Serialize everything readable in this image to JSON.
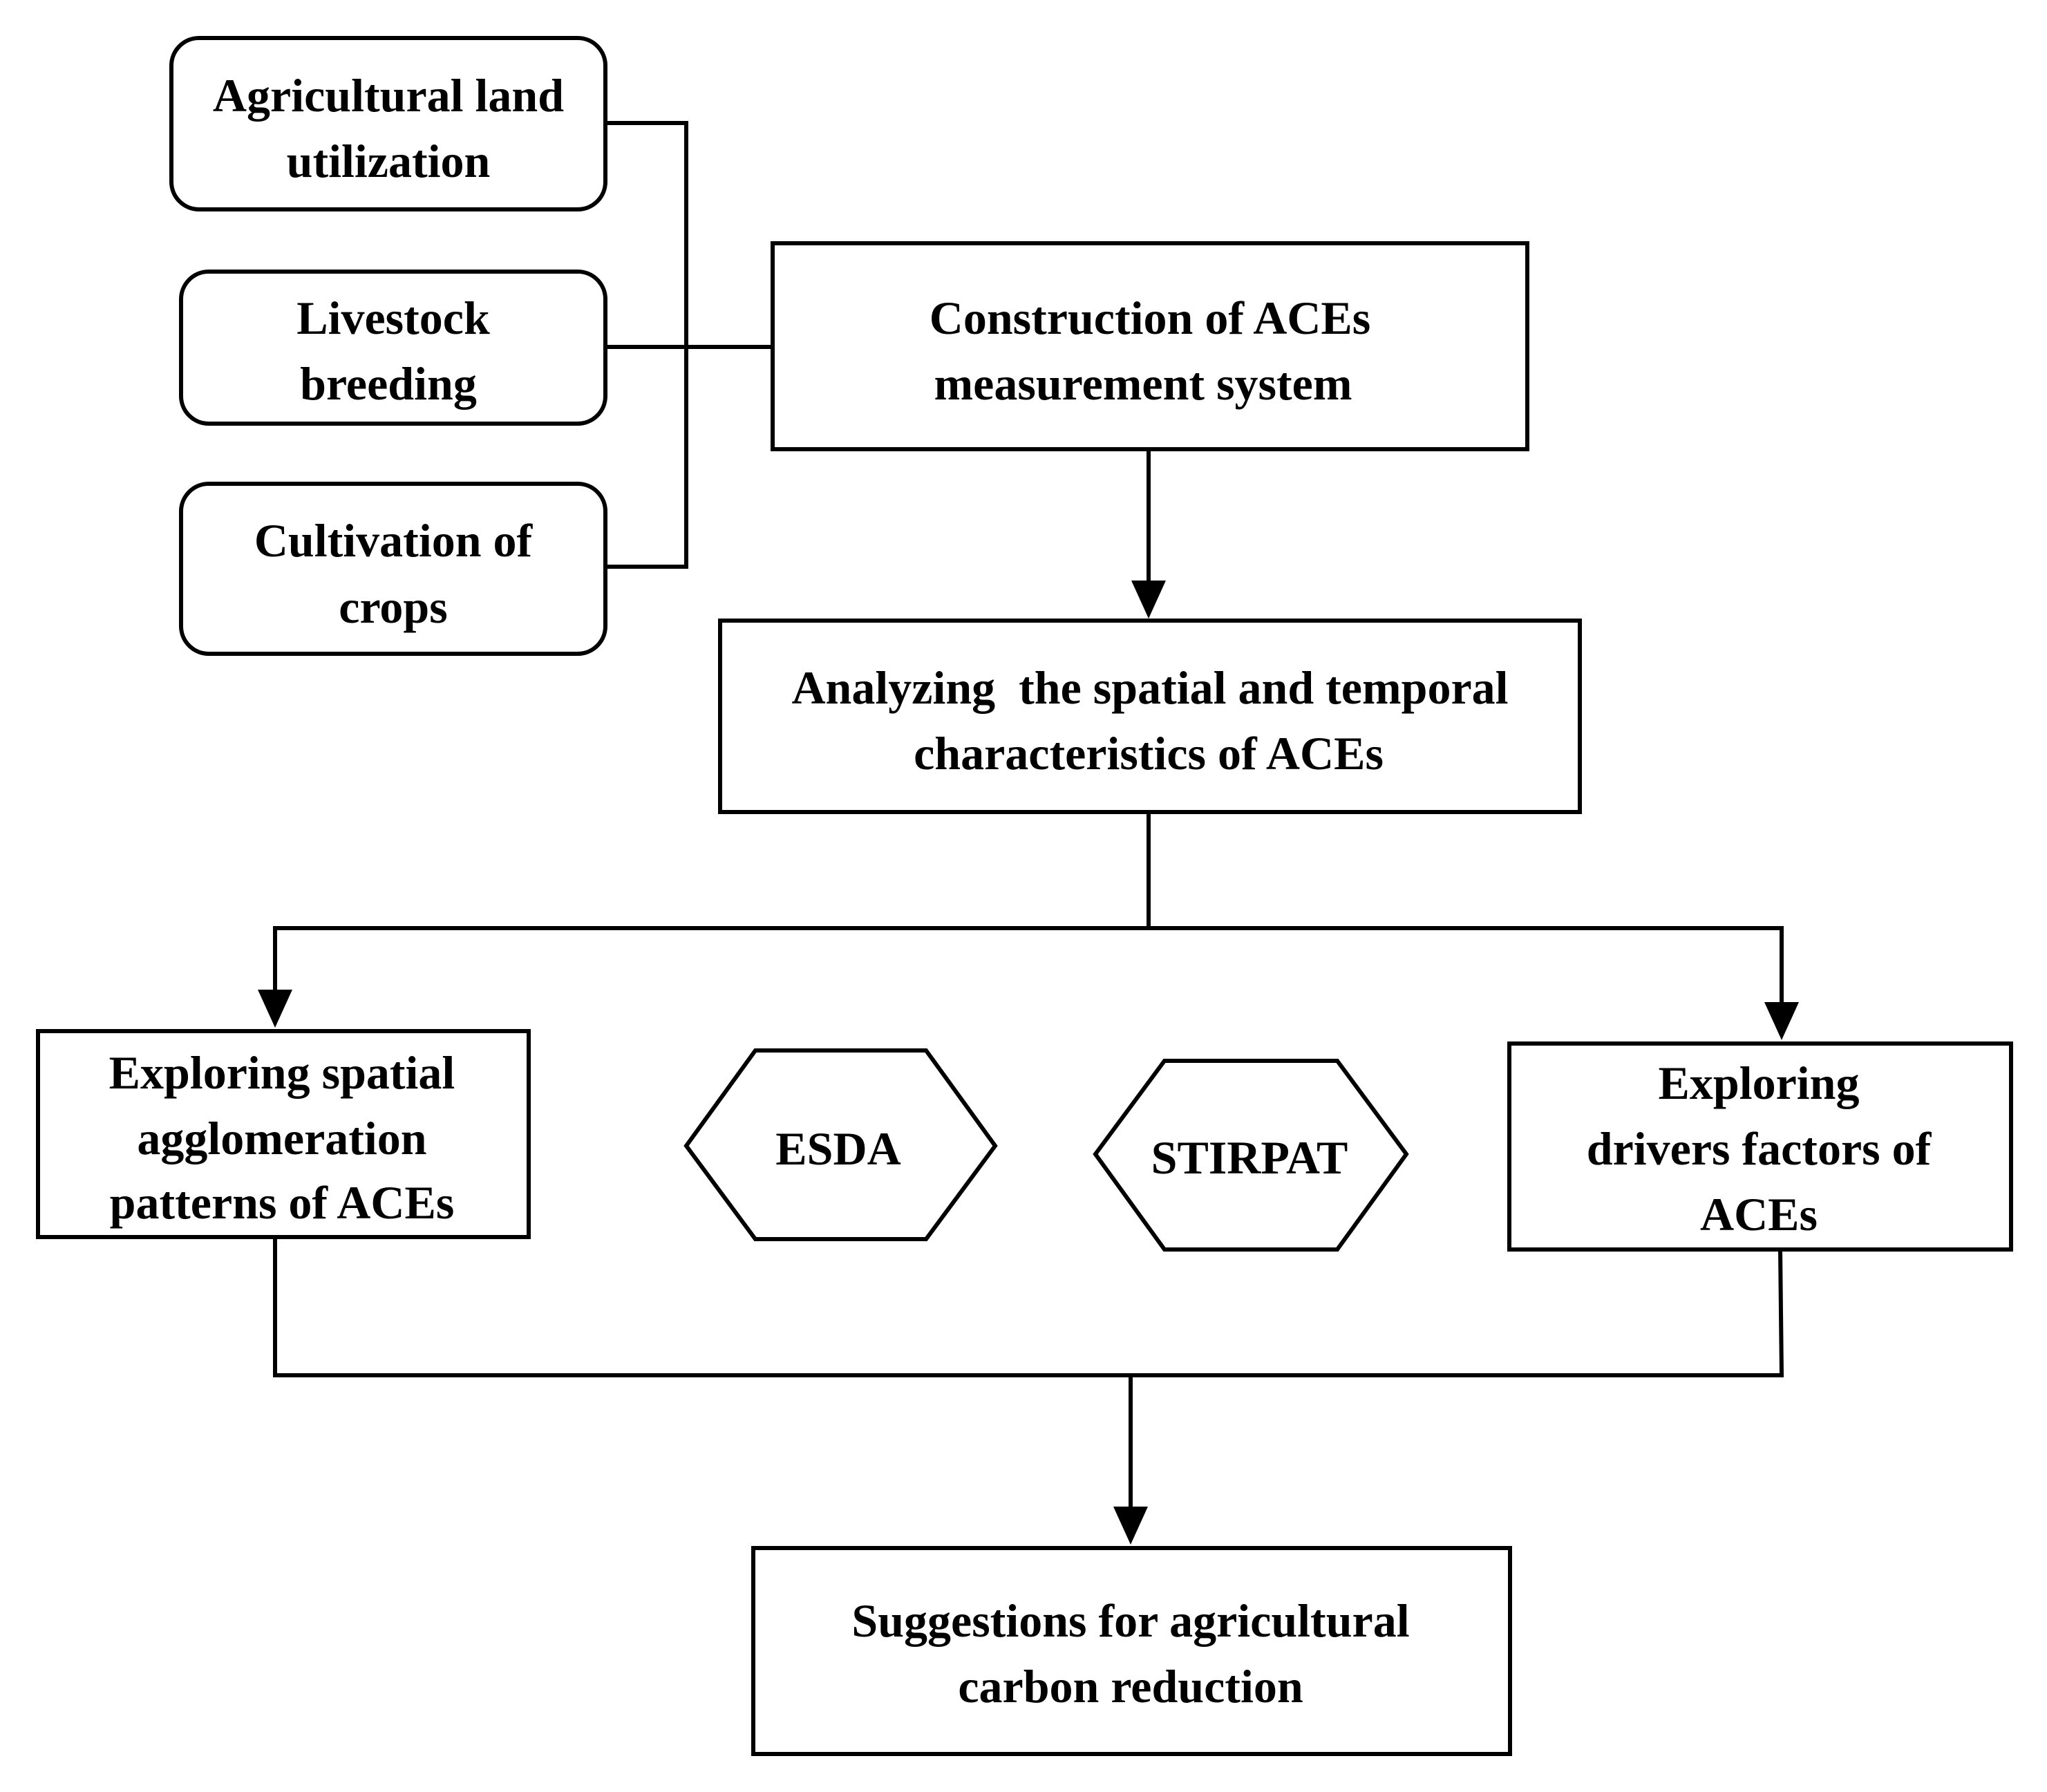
{
  "nodes": {
    "agri_land": [
      "Agricultural land",
      "utilization"
    ],
    "livestock": [
      "Livestock",
      "breeding"
    ],
    "crops": [
      "Cultivation of",
      "crops"
    ],
    "construction": [
      "Construction of ACEs",
      "measurement system"
    ],
    "analyzing": [
      "Analyzing  the spatial and temporal",
      "characteristics of ACEs"
    ],
    "spatial": [
      "Exploring spatial",
      "agglomeration",
      "patterns of ACEs"
    ],
    "esda": [
      "ESDA"
    ],
    "stirpat": [
      "STIRPAT"
    ],
    "drivers": [
      "Exploring",
      "drivers factors of",
      "ACEs"
    ],
    "suggestions": [
      "Suggestions for agricultural",
      "carbon reduction"
    ]
  },
  "edges": [
    {
      "from": "agri_land",
      "to": "construction",
      "arrow": false
    },
    {
      "from": "livestock",
      "to": "construction",
      "arrow": false
    },
    {
      "from": "crops",
      "to": "construction",
      "arrow": false
    },
    {
      "from": "construction",
      "to": "analyzing",
      "arrow": true
    },
    {
      "from": "analyzing",
      "to": "spatial",
      "arrow": true
    },
    {
      "from": "analyzing",
      "to": "drivers",
      "arrow": true
    },
    {
      "from": "spatial",
      "to": "suggestions",
      "arrow": true
    },
    {
      "from": "drivers",
      "to": "suggestions",
      "arrow": true
    }
  ]
}
